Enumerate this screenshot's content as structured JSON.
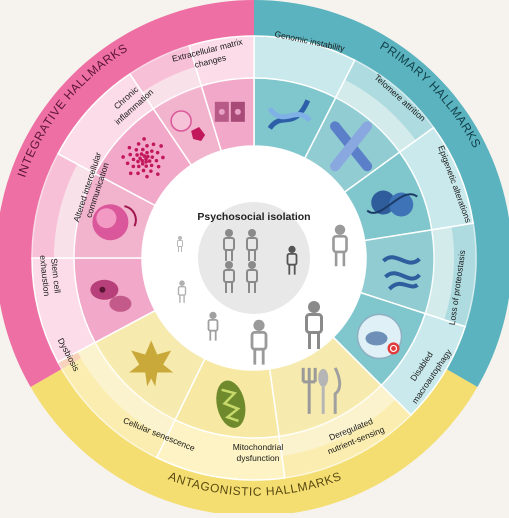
{
  "center": {
    "title": "Psychosocial isolation"
  },
  "rings": {
    "primary": "PRIMARY HALLMARKS",
    "antagonistic": "ANTAGONISTIC HALLMARKS",
    "integrative": "INTEGRATIVE HALLMARKS"
  },
  "hallmarks": {
    "genomic_instability": "Genomic instability",
    "telomere_attrition": "Telomere attrition",
    "epigenetic_alterations": "Epigenetic alterations",
    "loss_of_proteostasis": "Loss of proteostasis",
    "disabled_macroautophagy": [
      "Disabled",
      "macroautophagy"
    ],
    "deregulated_nutrient_sensing": [
      "Deregulated",
      "nutrient-sensing"
    ],
    "mitochondrial_dysfunction": [
      "Mitochondrial",
      "dysfunction"
    ],
    "cellular_senescence": "Cellular senescence",
    "dysbiosis": "Dysbiosis",
    "stem_cell_exhaustion": [
      "Stem cell",
      "exhaustion"
    ],
    "altered_intercellular_communication": [
      "Altered intercellular",
      "communication"
    ],
    "chronic_inflammation": [
      "Chronic",
      "inflammation"
    ],
    "extracellular_matrix_changes": [
      "Extracellular matrix",
      "changes"
    ]
  },
  "colors": {
    "primary_outer": "#5ab3be",
    "primary_mid": "#c9e9ec",
    "primary_inner": "#7fc6cd",
    "antagonistic_outer": "#f4de72",
    "antagonistic_mid": "#fdf3c4",
    "antagonistic_inner": "#f7e9a3",
    "integrative_outer": "#ee6fa3",
    "integrative_mid": "#fbdce8",
    "integrative_inner": "#f2a8c8",
    "center_bg": "#ffffff",
    "center_disc": "#e8e8e8",
    "person_gray": "#8a8a8a"
  }
}
